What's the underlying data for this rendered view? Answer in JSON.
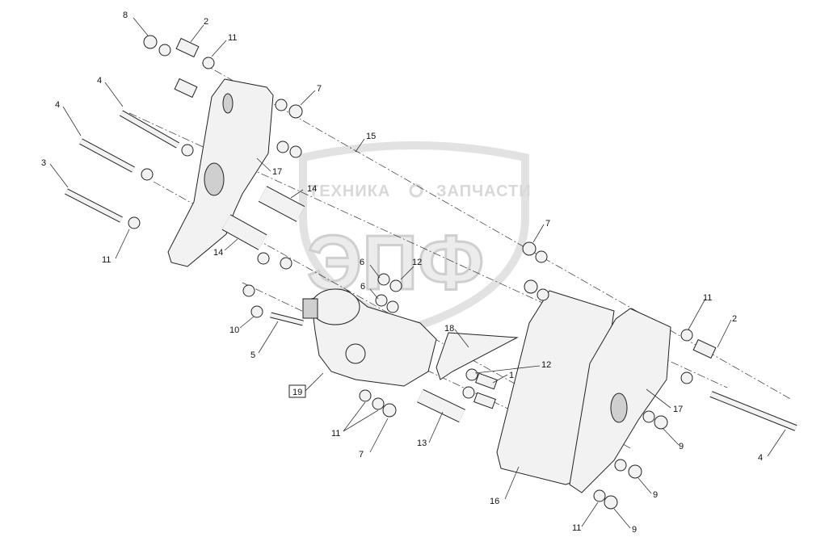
{
  "watermark": {
    "line1_left": "ТЕХНИКА",
    "line1_right": "ЗАПЧАСТИ",
    "letters": "ЭПФ"
  },
  "callouts": [
    "8",
    "2",
    "11",
    "4",
    "7",
    "4",
    "15",
    "3",
    "17",
    "14",
    "11",
    "14",
    "6",
    "12",
    "7",
    "6",
    "10",
    "5",
    "18",
    "12",
    "1",
    "19",
    "11",
    "7",
    "13",
    "16",
    "11",
    "2",
    "17",
    "9",
    "4",
    "9",
    "11",
    "9"
  ]
}
